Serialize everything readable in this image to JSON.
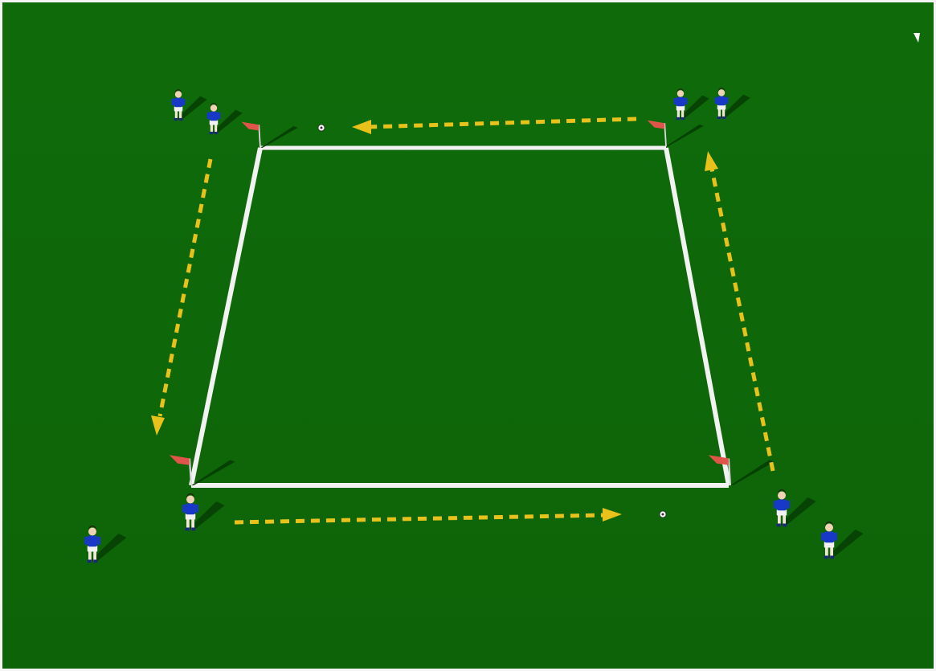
{
  "diagram": {
    "kind": "soccer-passing-drill",
    "colors": {
      "pitch": "#0f6b0a",
      "border": "#f4f4f4",
      "field_lines": "#f2f2f2",
      "arrows": "#e8c21a",
      "flags": "#e0554a",
      "player_shirt": "#1838c8",
      "player_shorts": "#f2f2f2",
      "shadow": "#063d04",
      "ball": "#ffffff"
    },
    "square": {
      "corners": [
        "top-left",
        "top-right",
        "bottom-right",
        "bottom-left"
      ],
      "corner_flags": 4
    },
    "players": [
      {
        "group": "top-left",
        "count": 2,
        "icon": "player-icon"
      },
      {
        "group": "top-right",
        "count": 2,
        "icon": "player-icon"
      },
      {
        "group": "bottom-left",
        "count": 2,
        "icon": "player-icon"
      },
      {
        "group": "bottom-right",
        "count": 2,
        "icon": "player-icon"
      }
    ],
    "balls": [
      {
        "location": "top-edge",
        "icon": "ball-icon"
      },
      {
        "location": "bottom-edge",
        "icon": "ball-icon"
      }
    ],
    "arrows": [
      {
        "from": "top-right",
        "to": "top-left",
        "style": "dashed"
      },
      {
        "from": "top-left",
        "to": "bottom-left",
        "style": "dashed"
      },
      {
        "from": "bottom-left",
        "to": "bottom-right",
        "style": "dashed"
      },
      {
        "from": "bottom-right",
        "to": "top-right",
        "style": "dashed"
      }
    ]
  }
}
